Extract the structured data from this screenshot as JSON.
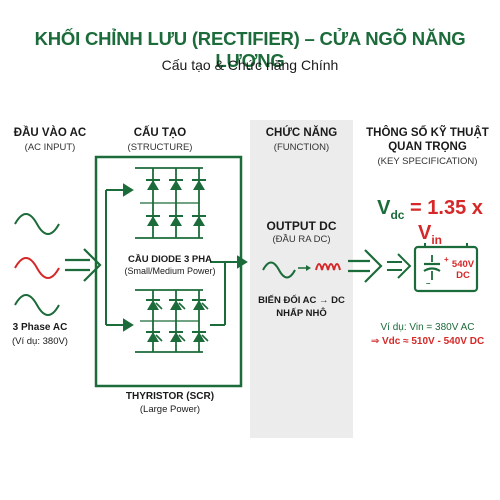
{
  "header": {
    "title": "KHỐI CHỈNH LƯU (RECTIFIER) – CỬA NGÕ NĂNG LƯỢNG",
    "subtitle": "Cấu tạo & Chức năng Chính"
  },
  "input": {
    "heading": "ĐẦU VÀO AC",
    "heading_sub": "(AC INPUT)",
    "label": "3 Phase AC",
    "example": "(Ví dụ: 380V)"
  },
  "structure": {
    "heading": "CẤU TẠO",
    "heading_sub": "(STRUCTURE)",
    "diode_label": "CẦU DIODE 3 PHA",
    "diode_sub": "(Small/Medium Power)",
    "thyristor_label": "THYRISTOR (SCR)",
    "thyristor_sub": "(Large Power)"
  },
  "function": {
    "heading": "CHỨC NĂNG",
    "heading_sub": "(FUNCTION)",
    "output_label": "OUTPUT DC",
    "output_sub": "(ĐẦU RA DC)",
    "desc_line1": "BIẾN ĐỔI AC → DC",
    "desc_line2": "NHẤP NHÔ"
  },
  "spec": {
    "heading_line1": "THÔNG SỐ KỸ THUẬT",
    "heading_line2": "QUAN TRỌNG",
    "heading_sub": "(KEY SPECIFICATION)",
    "formula_v": "V",
    "formula_dc": "dc",
    "formula_eq": "= 1.35 x V",
    "formula_in": "in",
    "capacitor_label_1": "540V",
    "capacitor_label_2": "DC",
    "example_line": "Ví dụ: Vin = 380V AC",
    "result_line": "⇒ Vdc ≈ 510V - 540V DC"
  },
  "colors": {
    "green": "#1c6b3a",
    "red": "#d62828",
    "dark": "#1a1a1a"
  }
}
